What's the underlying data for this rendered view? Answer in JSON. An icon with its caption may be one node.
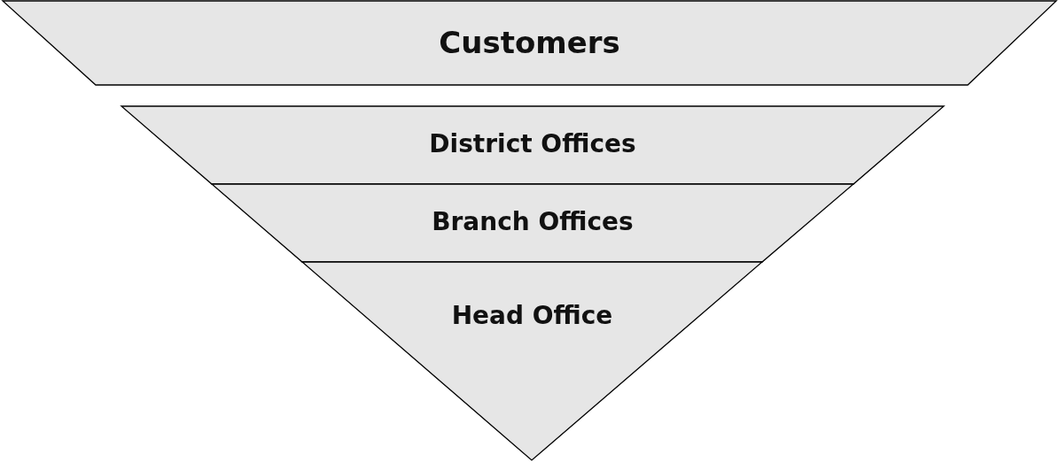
{
  "diagram": {
    "nodes": [
      {
        "text": [
          "Customers"
        ]
      },
      {
        "text": [
          "District Offices"
        ]
      },
      {
        "text": [
          "Branch Offices"
        ]
      },
      {
        "text": [
          "Head Office"
        ]
      }
    ]
  }
}
